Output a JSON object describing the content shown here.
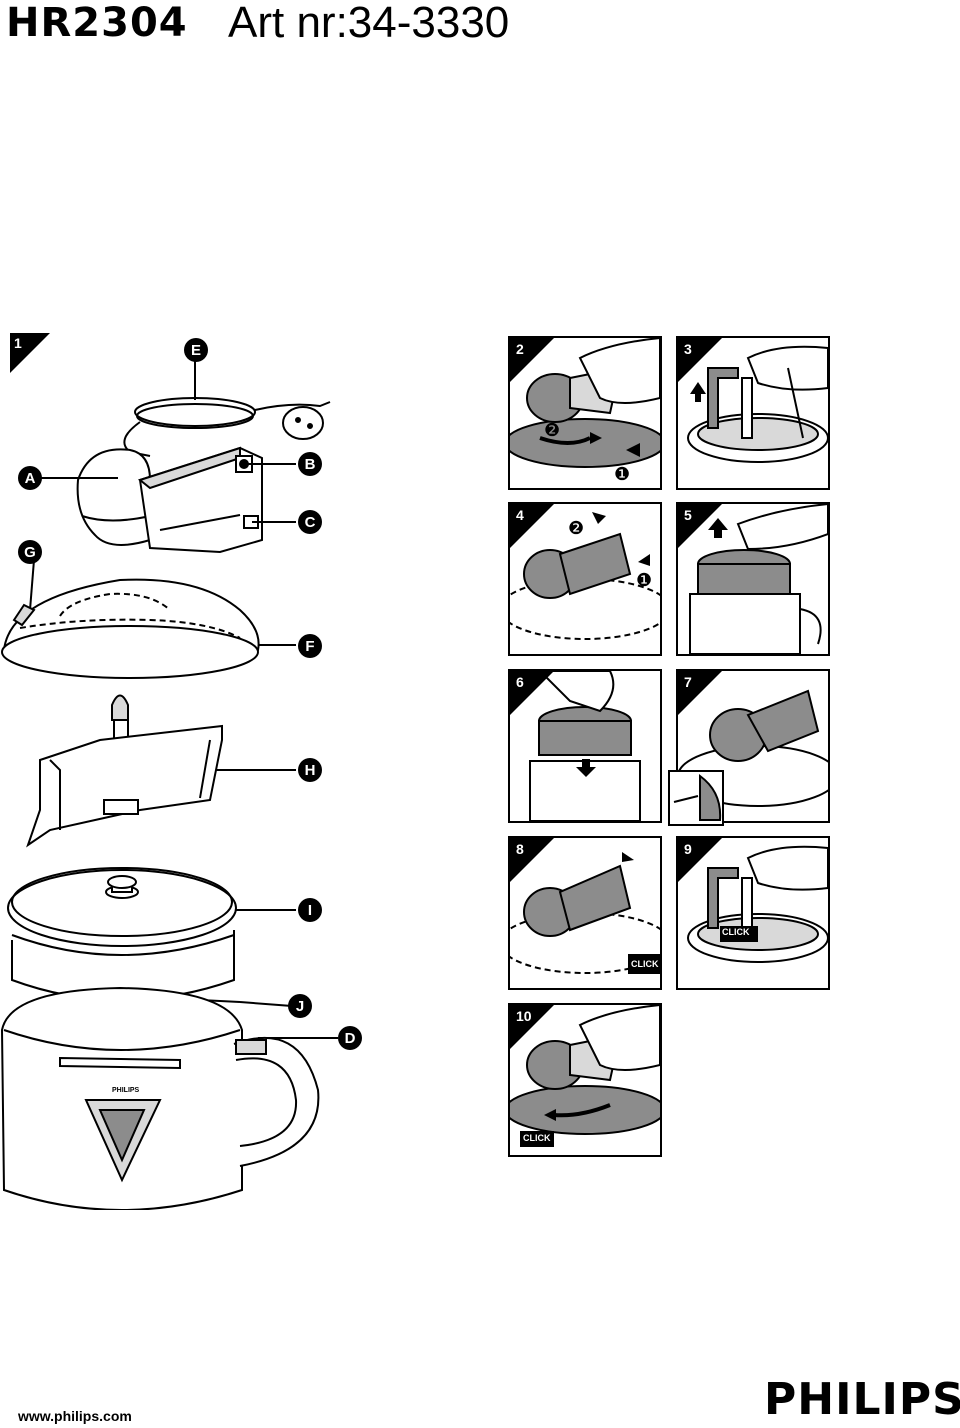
{
  "header": {
    "model": "HR2304",
    "art_number": "Art nr:34-3330"
  },
  "figure1": {
    "step_number": "1",
    "callouts": {
      "A": "A",
      "B": "B",
      "C": "C",
      "D": "D",
      "E": "E",
      "F": "F",
      "G": "G",
      "H": "H",
      "I": "I",
      "J": "J"
    },
    "product_logo_text": "PHILIPS"
  },
  "steps": [
    {
      "number": "2",
      "marks": [
        "❷",
        "❶"
      ]
    },
    {
      "number": "3",
      "marks": []
    },
    {
      "number": "4",
      "marks": [
        "❷",
        "❶"
      ]
    },
    {
      "number": "5",
      "marks": []
    },
    {
      "number": "6",
      "marks": []
    },
    {
      "number": "7",
      "marks": []
    },
    {
      "number": "8",
      "marks": [
        "CLICK"
      ]
    },
    {
      "number": "9",
      "marks": [
        "CLICK"
      ]
    },
    {
      "number": "10",
      "marks": [
        "CLICK"
      ]
    }
  ],
  "footer": {
    "url": "www.philips.com",
    "brand": "PHILIPS"
  },
  "colors": {
    "ink": "#000000",
    "shade": "#8c8c8c",
    "light": "#d9d9d9"
  }
}
